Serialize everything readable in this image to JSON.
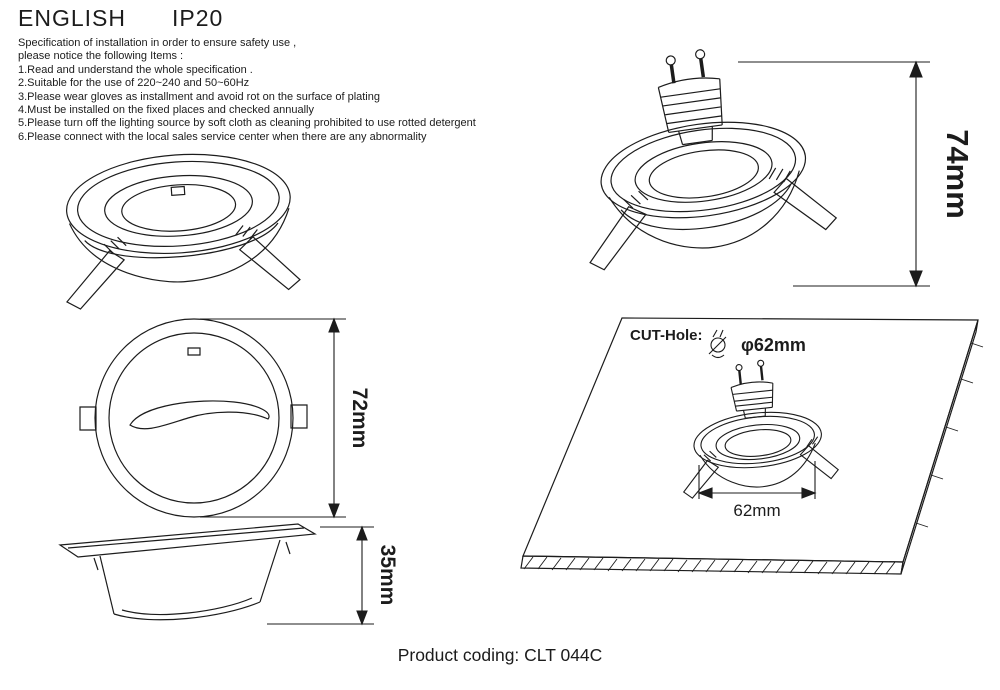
{
  "header": {
    "language": "ENGLISH",
    "rating": "IP20"
  },
  "spec": {
    "intro1": "Specification of installation in order to ensure safety use ,",
    "intro2": "please notice the following Items :",
    "items": [
      "1.Read and understand the whole specification .",
      "2.Suitable for the use of 220~240 and 50~60Hz",
      "3.Please wear gloves as installment and avoid rot on the surface of plating",
      "4.Must be installed on the fixed places and checked annually",
      "5.Please turn off the lighting source by soft cloth as cleaning prohibited to use rotted detergent",
      "6.Please connect with the local sales service center when there are any abnormality"
    ]
  },
  "dimensions": {
    "fixture_height": "74mm",
    "top_diameter": "72mm",
    "recess_depth": "35mm"
  },
  "cut_hole": {
    "label": "CUT-Hole:",
    "diameter": "φ62mm",
    "width": "62mm"
  },
  "footer": {
    "product_coding": "Product coding: CLT 044C"
  },
  "colors": {
    "ink": "#1c1c1c"
  }
}
